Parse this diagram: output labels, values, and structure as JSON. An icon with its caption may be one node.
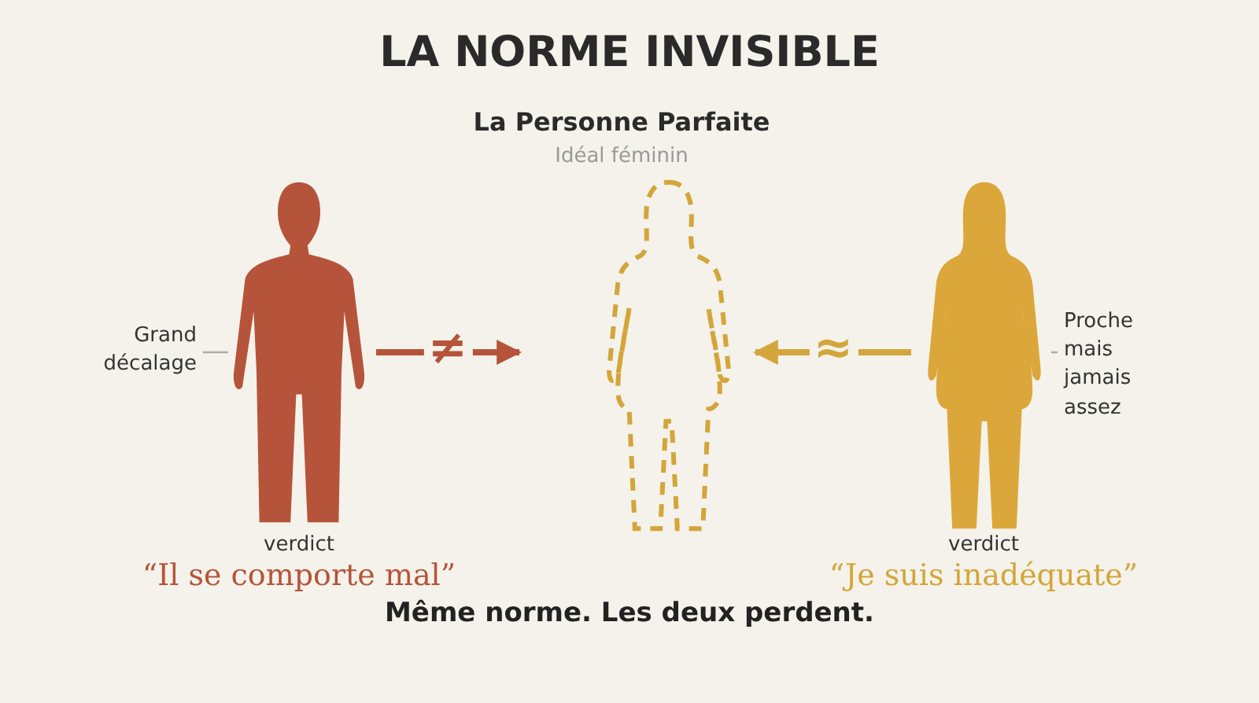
{
  "diagram": {
    "title": "LA NORME INVISIBLE",
    "nodes": [
      {
        "text": [],
        "shape": "person",
        "beside": [
          "verdict",
          "“Il se comporte mal”"
        ]
      },
      {
        "text": [
          "La Personne Parfaite",
          "Idéal féminin"
        ]
      },
      {
        "text": [],
        "shape": "person",
        "beside": [
          "verdict",
          "“Je suis inadéquate”"
        ]
      },
      {
        "text": [
          "Grand décalage"
        ]
      },
      {
        "text": [
          "Proche mais jamais assez"
        ]
      }
    ],
    "edges": [
      {
        "from": 0,
        "to": 1,
        "arrow": "to",
        "label": "≠",
        "color": "#b5543a",
        "style": "thick"
      },
      {
        "from": 2,
        "to": 1,
        "arrow": "to",
        "label": "≈",
        "color": "#d4a53a",
        "style": "thick"
      },
      {
        "from": 3,
        "to": 0,
        "arrow": "none",
        "color": "#aaaaaa"
      },
      {
        "from": 4,
        "to": 2,
        "arrow": "none",
        "color": "#aaaaaa"
      }
    ],
    "labels": [
      "Même norme. Les deux perdent."
    ]
  }
}
